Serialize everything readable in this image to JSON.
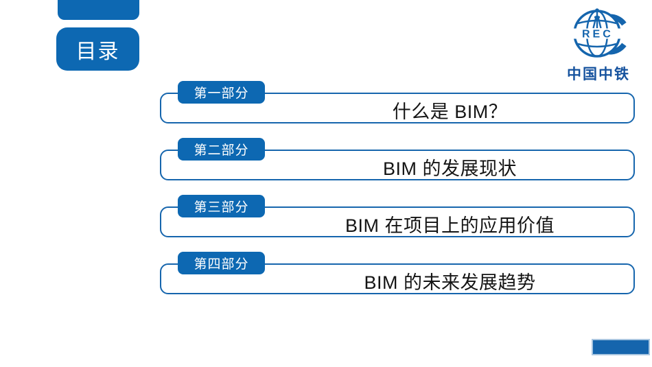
{
  "slide": {
    "toc_label": "目录",
    "logo": {
      "name": "中国中铁",
      "monogram": "REC"
    },
    "sections": [
      {
        "badge": "第一部分",
        "title": "什么是 BIM？"
      },
      {
        "badge": "第二部分",
        "title": "BIM 的发展现状"
      },
      {
        "badge": "第三部分",
        "title": "BIM 在项目上的应用价值"
      },
      {
        "badge": "第四部分",
        "title": "BIM 的未来发展趋势"
      }
    ],
    "colors": {
      "primary_blue": "#0d68b2",
      "box_border_blue": "#1565ad",
      "logo_blue": "#15529e",
      "title_text": "#141414",
      "bottom_bar_border": "#a9c6e0"
    }
  }
}
